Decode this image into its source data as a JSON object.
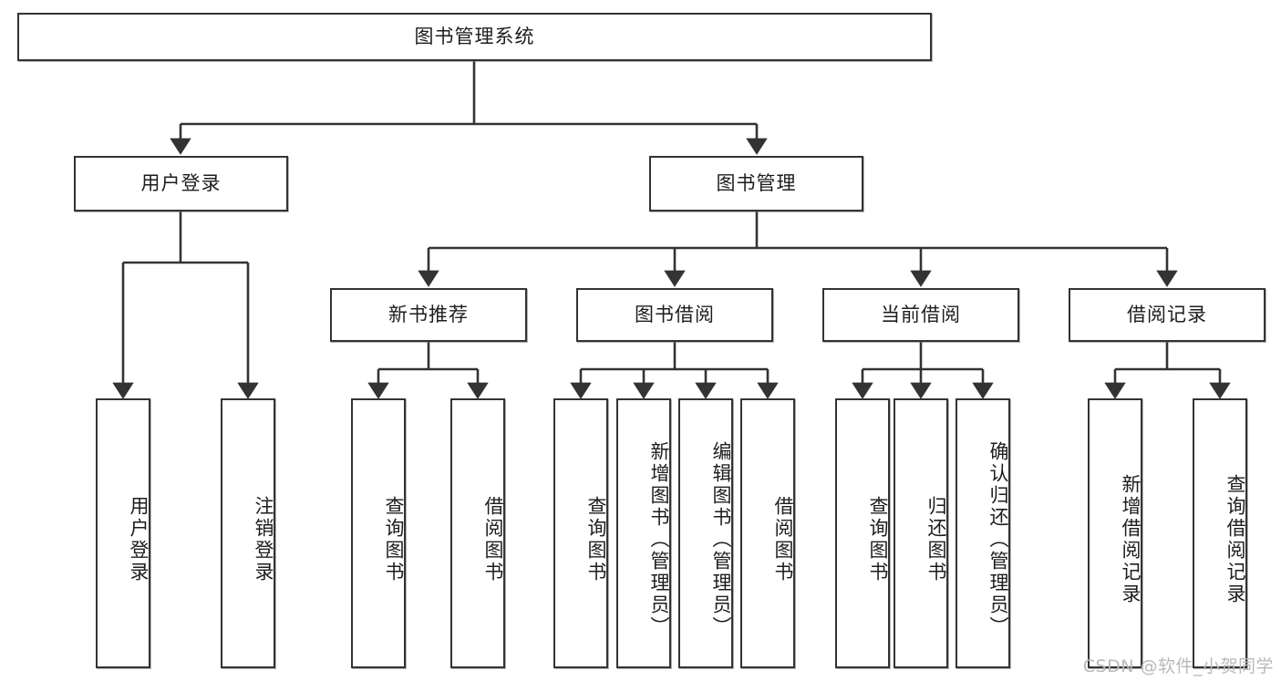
{
  "diagram": {
    "type": "tree",
    "title": "图书管理系统",
    "orientation": "top-down",
    "colors": {
      "node_border": "#333333",
      "node_fill": "#ffffff",
      "edge": "#333333",
      "text": "#1d1d1d",
      "watermark": "#b9b9b9"
    },
    "nodes": {
      "root": {
        "label": "图书管理系统"
      },
      "level2": [
        {
          "id": "user-login",
          "label": "用户登录"
        },
        {
          "id": "book-management",
          "label": "图书管理"
        }
      ],
      "level3": [
        {
          "id": "new-book-recommend",
          "label": "新书推荐"
        },
        {
          "id": "book-borrow",
          "label": "图书借阅"
        },
        {
          "id": "current-borrow",
          "label": "当前借阅"
        },
        {
          "id": "borrow-record",
          "label": "借阅记录"
        }
      ],
      "leaves": {
        "user_login": [
          {
            "id": "leaf-user-login",
            "label": "用户登录"
          },
          {
            "id": "leaf-logout-login",
            "label": "注销登录"
          }
        ],
        "new_book_recommend": [
          {
            "id": "leaf-query-book-1",
            "label": "查询图书"
          },
          {
            "id": "leaf-borrow-book-1",
            "label": "借阅图书"
          }
        ],
        "book_borrow": [
          {
            "id": "leaf-query-book-2",
            "label": "查询图书"
          },
          {
            "id": "leaf-add-book",
            "label": "新增图书（管理员）"
          },
          {
            "id": "leaf-edit-book",
            "label": "编辑图书（管理员）"
          },
          {
            "id": "leaf-borrow-book-2",
            "label": "借阅图书"
          }
        ],
        "current_borrow": [
          {
            "id": "leaf-query-book-3",
            "label": "查询图书"
          },
          {
            "id": "leaf-return-book",
            "label": "归还图书"
          },
          {
            "id": "leaf-confirm-return",
            "label": "确认归还（管理员）"
          }
        ],
        "borrow_record": [
          {
            "id": "leaf-add-record",
            "label": "新增借阅记录"
          },
          {
            "id": "leaf-query-record",
            "label": "查询借阅记录"
          }
        ]
      }
    },
    "watermark": "CSDN @软件_小贺同学"
  }
}
